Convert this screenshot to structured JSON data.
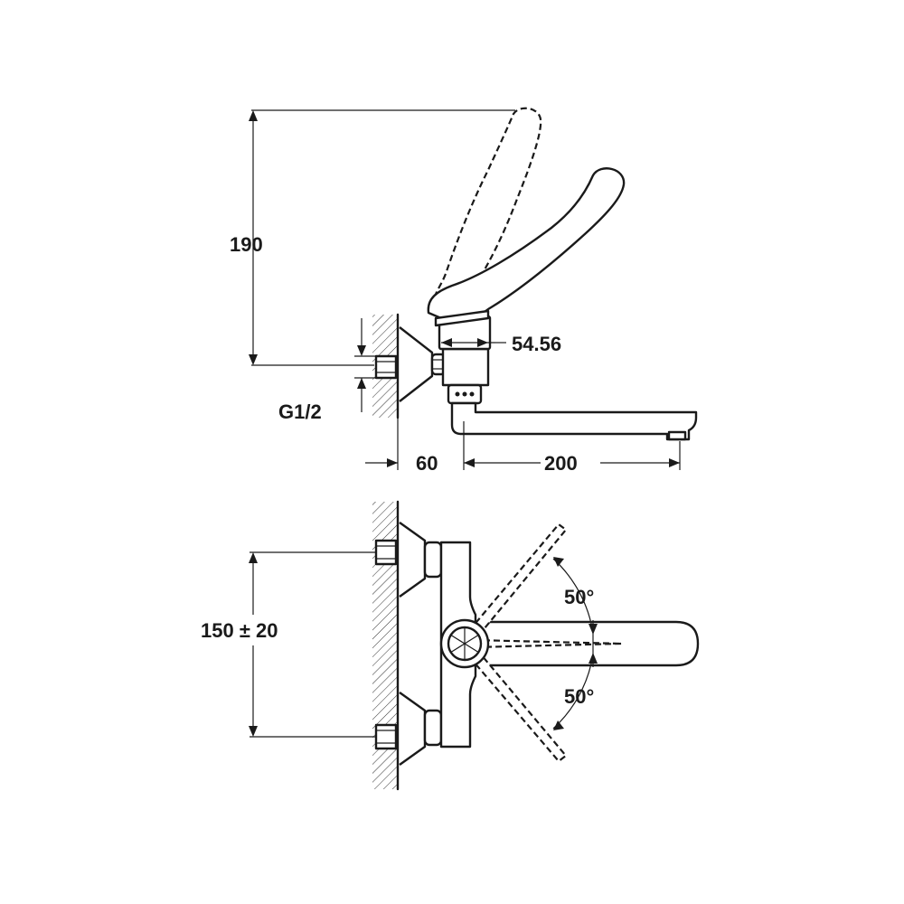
{
  "dimensions": {
    "height": "190",
    "handle_width": "54.56",
    "inlet": "G1/2",
    "wall_offset": "60",
    "spout_reach": "200",
    "inlet_spacing": "150 ± 20",
    "swivel_angle_upper": "50°",
    "swivel_angle_lower": "50°"
  },
  "colors": {
    "line": "#1a1a1a",
    "background": "#ffffff"
  }
}
